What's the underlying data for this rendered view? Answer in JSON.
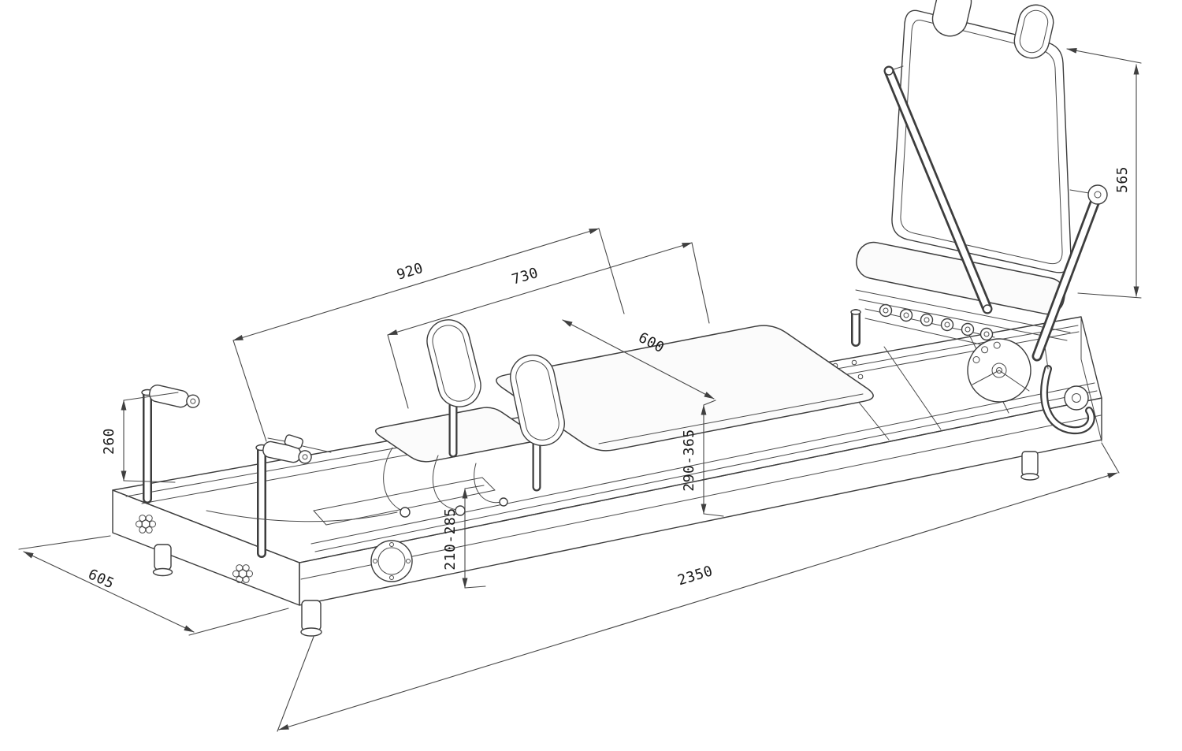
{
  "drawing": {
    "dim_labels": {
      "length_920": "920",
      "length_730": "730",
      "pad_width_600": "600",
      "height_565": "565",
      "height_260": "260",
      "range_290_365": "290-365",
      "range_210_285": "210-285",
      "width_605": "605",
      "overall_length_2350": "2350"
    },
    "colors": {
      "line": "#3d3d3d",
      "dimension_line": "#474747",
      "label_text": "#1b1b1b",
      "background": "#ffffff",
      "pad_fill": "#fbfbfb"
    }
  }
}
